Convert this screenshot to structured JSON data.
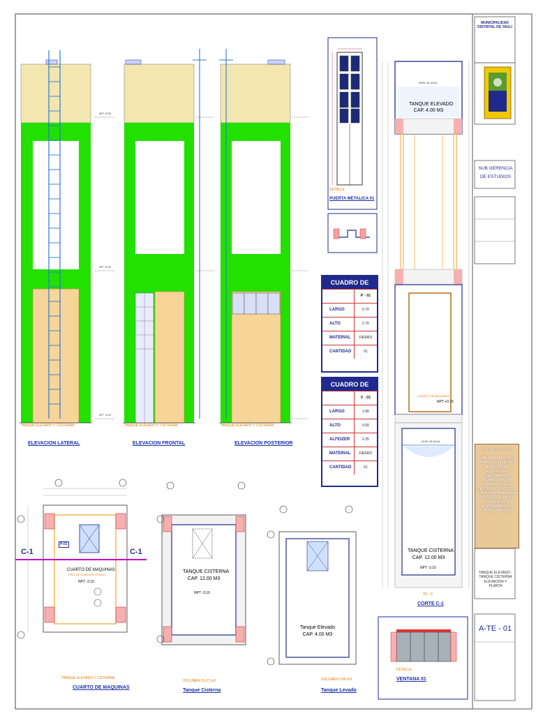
{
  "elevations": {
    "lateral": {
      "caption": "TANQUE ELEVADO Y CISTERNA",
      "title": "ELEVACION LATERAL"
    },
    "frontal": {
      "caption": "TANQUE ELEVADO Y CISTERNA",
      "title": "ELEVACION FRONTAL"
    },
    "posterior": {
      "caption": "TANQUE ELEVADO Y CISTERNA",
      "title": "ELEVACION POSTERIOR"
    },
    "level_marks": [
      "NPT +8.35",
      "NPT +5.25",
      "NPT +0.15"
    ]
  },
  "door_detail": {
    "caption": "DETALLE",
    "title": "PUERTA METALICA 01"
  },
  "doors_table": {
    "title": "CUADRO DE PUERTAS",
    "col": "P - 01",
    "rows": [
      {
        "k": "LARGO",
        "v": "0.70"
      },
      {
        "k": "ALTO",
        "v": "2.70"
      },
      {
        "k": "MATERIAL",
        "v": "FIERRO"
      },
      {
        "k": "CANTIDAD",
        "v": "01"
      }
    ]
  },
  "windows_table": {
    "title": "CUADRO DE VENTANAS",
    "col": "V - 01",
    "rows": [
      {
        "k": "LARGO",
        "v": "1.80"
      },
      {
        "k": "ALTO",
        "v": "0.50"
      },
      {
        "k": "ALFEIZER",
        "v": "2.25"
      },
      {
        "k": "MATERIAL",
        "v": "FIERRO"
      },
      {
        "k": "CANTIDAD",
        "v": "01"
      }
    ]
  },
  "section": {
    "tank_top": "TANQUE ELEVADO",
    "tank_top_cap": "CAP. 4.00 M3",
    "machine_room": "CUARTO DE MAQUINAS",
    "machine_npt": "NPT +0.15",
    "cistern": "TANQUE CISTERNA",
    "cistern_cap": "CAP. 12.00 M3",
    "cistern_npt": "NPT -3.10",
    "water_level": "NIVEL DE AGUA",
    "caption": "TE - C",
    "title": "CORTE C-1"
  },
  "plans": {
    "machines": {
      "room": "CUARTO DE MAQUINAS",
      "floor": "PISO DE CEMENTO PULIDO",
      "npt": "NPT -3.10",
      "door": "P-01",
      "cut": "C-1",
      "caption": "TANQUE ELEVADO Y CISTERNA",
      "title": "CUARTO DE MAQUINAS"
    },
    "cistern": {
      "name": "TANQUE CISTERNA",
      "cap": "CAP. 12.00 M3",
      "npt": "NPT -3.10",
      "caption": "VOLUMEN 10.27 m3",
      "title": "Tanque Cisterna"
    },
    "elevated": {
      "name": "Tanque Elevado",
      "cap": "CAP. 4.00 M3",
      "caption": "VOLUMEN 3.60 m3",
      "title": "Tanque Levado"
    }
  },
  "window_detail": {
    "caption": "DETALLE",
    "title": "VENTANA 01"
  },
  "title_block": {
    "muni": "MUNICIPALIDAD DISTRITAL DE YAULI",
    "office": "SUB GERENCIA DE ESTUDIOS",
    "project_heading": "EXPEDIENTE TECNICO",
    "project": "\"MEJORAMIENTO Y AMPLIACION DE LOS SERVICIOS DE EDUCACION SECUNDARIA RICARDO PALMA SORIANO EN EL CENTRO POBLADO DE CHUÑUNAPAMPA DEL DISTRITO DE YAULI, PROVINCIA Y DEPARTAMENTO DE HUANCAVELICA\"",
    "sheet_desc": "TANQUE ELEVADO - TANQUE CISTERNA ELEVACION Y PLANTA",
    "sheet_code": "A-TE - 01"
  },
  "colors": {
    "blue": "#1f2a8c",
    "green": "#22e000",
    "sand": "#f3e6b0",
    "orange": "#f5a623",
    "red": "#d33"
  }
}
